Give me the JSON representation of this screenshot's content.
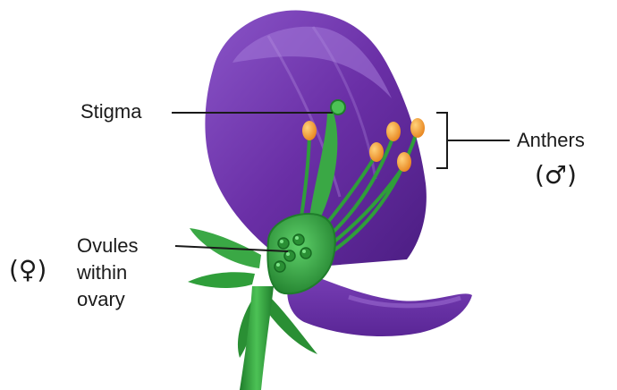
{
  "labels": {
    "stigma": "Stigma",
    "anthers": "Anthers",
    "anthers_symbol": "(♂)",
    "ovules_line1": "Ovules",
    "ovules_line2": "within",
    "ovules_line3": "ovary",
    "ovules_symbol": "(♀)"
  },
  "colors": {
    "petal": "#6a2fa6",
    "petal_light": "#9b6ad0",
    "stem": "#2f9e3a",
    "stem_light": "#4cc255",
    "anther": "#f2a23a",
    "leader_line": "#1a1a1a"
  }
}
